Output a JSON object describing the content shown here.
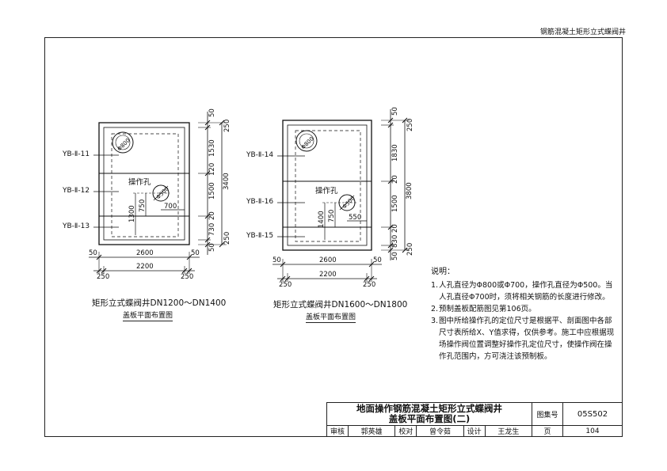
{
  "header": {
    "series_title": "钢筋混凝土矩形立式蝶阀井"
  },
  "drawing_left": {
    "slabs": [
      "YB-Ⅱ-11",
      "YB-Ⅱ-12",
      "YB-Ⅱ-13"
    ],
    "manhole": "Φ800",
    "op_hole_label": "操作孔",
    "op_hole_dia": "Φ500",
    "dims_right": {
      "top_wall": "250",
      "top_edge": "50",
      "seg1": "1530",
      "gap1": "120",
      "seg2": "1500",
      "total": "3400",
      "gap2": "20",
      "seg3": "730",
      "bot_edge": "50",
      "bot_wall": "250"
    },
    "dims_inner": {
      "y1": "1300",
      "y2": "750",
      "x": "700"
    },
    "dims_bottom": {
      "outer": "2600",
      "inner": "2200",
      "left_edge": "50",
      "right_edge": "50",
      "left_wall": "250",
      "right_wall": "250"
    },
    "caption": "矩形立式蝶阀井DN1200～DN1400",
    "subcaption": "盖板平面布置图"
  },
  "drawing_right": {
    "slabs": [
      "YB-Ⅱ-14",
      "YB-Ⅱ-16",
      "YB-Ⅱ-15"
    ],
    "manhole": "Φ800",
    "op_hole_label": "操作孔",
    "op_hole_dia": "Φ500",
    "dims_right": {
      "top_wall": "250",
      "top_edge": "50",
      "seg1": "1830",
      "gap1": "20",
      "seg2": "1500",
      "total": "3800",
      "gap2": "20",
      "seg3": "830",
      "bot_edge": "50",
      "bot_wall": "250"
    },
    "dims_inner": {
      "y1": "1400",
      "y2": "750",
      "x": "550"
    },
    "dims_bottom": {
      "outer": "2600",
      "inner": "2200",
      "left_edge": "50",
      "right_edge": "50",
      "left_wall": "250",
      "right_wall": "250"
    },
    "caption": "矩形立式蝶阀井DN1600～DN1800",
    "subcaption": "盖板平面布置图"
  },
  "notes": {
    "title": "说明：",
    "items": [
      {
        "n": "1.",
        "text": "人孔直径为Φ800或Φ700，操作孔直径为Φ500。当人孔直径Φ700时，须将相关钢筋的长度进行修改。"
      },
      {
        "n": "2.",
        "text": "预制盖板配筋图见第106页。"
      },
      {
        "n": "3.",
        "text": "图中所给操作孔的定位尺寸是根据平、剖面图中各部尺寸表所给X、Y值求得，仅供参考。施工中应根据现场操作阀位置调整好操作孔定位尺寸，使操作阀在操作孔范围内，方可浇注该预制板。"
      }
    ]
  },
  "title_block": {
    "title_line1": "地面操作钢筋混凝土矩形立式蝶阀井",
    "title_line2": "盖板平面布置图(二)",
    "atlas_label": "图集号",
    "atlas_no": "05S502",
    "review_label": "审核",
    "reviewer": "郭英雄",
    "check_label": "校对",
    "checker": "曾令茹",
    "design_label": "设计",
    "designer": "王龙生",
    "page_label": "页",
    "page_no": "104"
  }
}
